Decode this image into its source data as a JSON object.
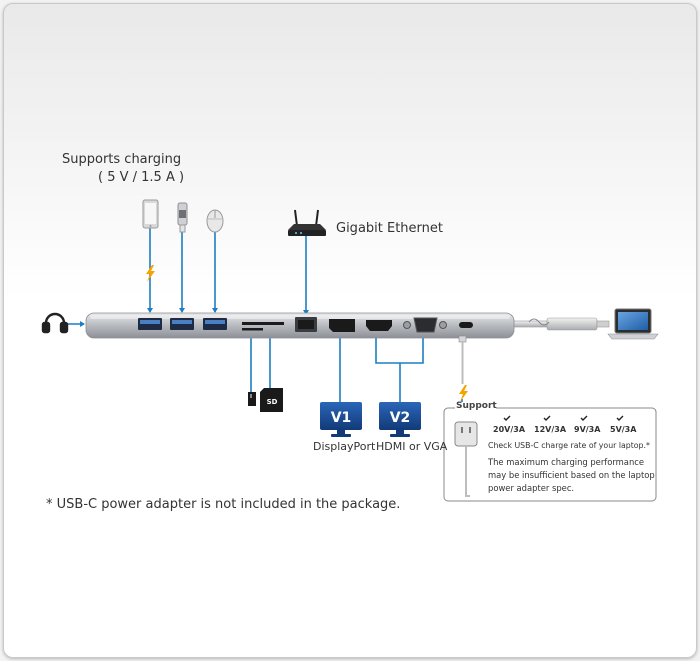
{
  "charging": {
    "line1": "Supports charging",
    "line2": "( 5 V / 1.5 A )"
  },
  "ethernet_label": "Gigabit Ethernet",
  "monitors": [
    {
      "badge": "V1",
      "label": "DisplayPort"
    },
    {
      "badge": "V2",
      "label": "HDMI or VGA"
    }
  ],
  "sd_label": "SD",
  "support": {
    "title": "Support",
    "ratings": [
      "20V/3A",
      "12V/3A",
      "9V/3A",
      "5V/3A"
    ],
    "check_text": "Check USB-C charge rate of your laptop.*",
    "note_lines": [
      "The maximum charging performance",
      "may be insufficient based on the laptop",
      "power adapter spec."
    ]
  },
  "footnote": "* USB-C power adapter is not included in the package.",
  "colors": {
    "accent_blue": "#1d7fc2",
    "monitor_blue": "#1a4f9a",
    "lightning": "#f5a300",
    "hub_body": "#b9bcc1",
    "port_blue": "#4a7fc0"
  },
  "icons": [
    "headphones-icon",
    "phone-icon",
    "flash-drive-icon",
    "mouse-icon",
    "router-icon",
    "laptop-icon",
    "microsd-card-icon",
    "sd-card-icon",
    "monitor-icon",
    "power-adapter-icon",
    "lightning-icon",
    "checkmark-icon"
  ]
}
